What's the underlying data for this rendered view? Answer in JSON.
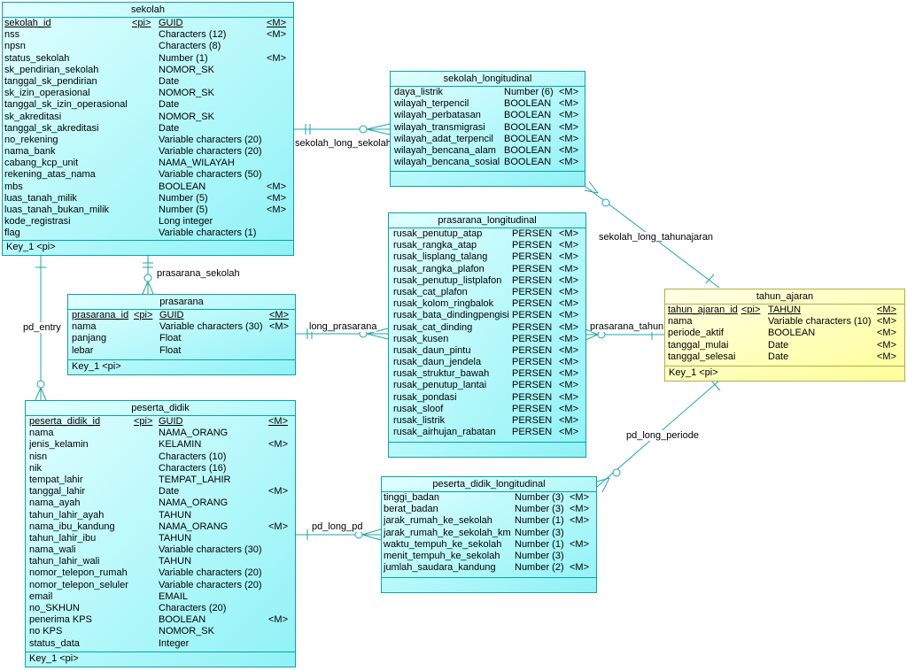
{
  "entities": {
    "sekolah": {
      "title": "sekolah",
      "rows": [
        [
          "sekolah_id",
          "<pi>",
          "GUID",
          "<M>"
        ],
        [
          "nss",
          "",
          "Characters (12)",
          "<M>"
        ],
        [
          "npsn",
          "",
          "Characters (8)",
          ""
        ],
        [
          "status_sekolah",
          "",
          "Number (1)",
          "<M>"
        ],
        [
          "sk_pendirian_sekolah",
          "",
          "NOMOR_SK",
          ""
        ],
        [
          "tanggal_sk_pendirian",
          "",
          "Date",
          ""
        ],
        [
          "sk_izin_operasional",
          "",
          "NOMOR_SK",
          ""
        ],
        [
          "tanggal_sk_izin_operasional",
          "",
          "Date",
          ""
        ],
        [
          "sk_akreditasi",
          "",
          "NOMOR_SK",
          ""
        ],
        [
          "tanggal_sk_akreditasi",
          "",
          "Date",
          ""
        ],
        [
          "no_rekening",
          "",
          "Variable characters (20)",
          ""
        ],
        [
          "nama_bank",
          "",
          "Variable characters (20)",
          ""
        ],
        [
          "cabang_kcp_unit",
          "",
          "NAMA_WILAYAH",
          ""
        ],
        [
          "rekening_atas_nama",
          "",
          "Variable characters (50)",
          ""
        ],
        [
          "mbs",
          "",
          "BOOLEAN",
          "<M>"
        ],
        [
          "luas_tanah_milik",
          "",
          "Number (5)",
          "<M>"
        ],
        [
          "luas_tanah_bukan_milik",
          "",
          "Number (5)",
          "<M>"
        ],
        [
          "kode_registrasi",
          "",
          "Long integer",
          ""
        ],
        [
          "flag",
          "",
          "Variable characters (1)",
          ""
        ]
      ],
      "key": "Key_1   <pi>"
    },
    "sekolah_longitudinal": {
      "title": "sekolah_longitudinal",
      "rows": [
        [
          "daya_listrik",
          "",
          "Number (6)",
          "<M>"
        ],
        [
          "wilayah_terpencil",
          "",
          "BOOLEAN",
          "<M>"
        ],
        [
          "wilayah_perbatasan",
          "",
          "BOOLEAN",
          "<M>"
        ],
        [
          "wilayah_transmigrasi",
          "",
          "BOOLEAN",
          "<M>"
        ],
        [
          "wilayah_adat_terpencil",
          "",
          "BOOLEAN",
          "<M>"
        ],
        [
          "wilayah_bencana_alam",
          "",
          "BOOLEAN",
          "<M>"
        ],
        [
          "wilayah_bencana_sosial",
          "",
          "BOOLEAN",
          "<M>"
        ]
      ],
      "key": ""
    },
    "prasarana_longitudinal": {
      "title": "prasarana_longitudinal",
      "rows": [
        [
          "rusak_penutup_atap",
          "",
          "PERSEN",
          "<M>"
        ],
        [
          "rusak_rangka_atap",
          "",
          "PERSEN",
          "<M>"
        ],
        [
          "rusak_lisplang_talang",
          "",
          "PERSEN",
          "<M>"
        ],
        [
          "rusak_rangka_plafon",
          "",
          "PERSEN",
          "<M>"
        ],
        [
          "rusak_penutup_listplafon",
          "",
          "PERSEN",
          "<M>"
        ],
        [
          "rusak_cat_plafon",
          "",
          "PERSEN",
          "<M>"
        ],
        [
          "rusak_kolom_ringbalok",
          "",
          "PERSEN",
          "<M>"
        ],
        [
          "rusak_bata_dindingpengisi",
          "",
          "PERSEN",
          "<M>"
        ],
        [
          "rusak_cat_dinding",
          "",
          "PERSEN",
          "<M>"
        ],
        [
          "rusak_kusen",
          "",
          "PERSEN",
          "<M>"
        ],
        [
          "rusak_daun_pintu",
          "",
          "PERSEN",
          "<M>"
        ],
        [
          "rusak_daun_jendela",
          "",
          "PERSEN",
          "<M>"
        ],
        [
          "rusak_struktur_bawah",
          "",
          "PERSEN",
          "<M>"
        ],
        [
          "rusak_penutup_lantai",
          "",
          "PERSEN",
          "<M>"
        ],
        [
          "rusak_pondasi",
          "",
          "PERSEN",
          "<M>"
        ],
        [
          "rusak_sloof",
          "",
          "PERSEN",
          "<M>"
        ],
        [
          "rusak_listrik",
          "",
          "PERSEN",
          "<M>"
        ],
        [
          "rusak_airhujan_rabatan",
          "",
          "PERSEN",
          "<M>"
        ]
      ],
      "key": ""
    },
    "tahun_ajaran": {
      "title": "tahun_ajaran",
      "rows": [
        [
          "tahun_ajaran_id",
          "<pi>",
          "TAHUN",
          "<M>"
        ],
        [
          "nama",
          "",
          "Variable characters (10)",
          "<M>"
        ],
        [
          "periode_aktif",
          "",
          "BOOLEAN",
          "<M>"
        ],
        [
          "tanggal_mulai",
          "",
          "Date",
          "<M>"
        ],
        [
          "tanggal_selesai",
          "",
          "Date",
          "<M>"
        ]
      ],
      "key": "Key_1   <pi>"
    },
    "prasarana": {
      "title": "prasarana",
      "rows": [
        [
          "prasarana_id",
          "<pi>",
          "GUID",
          "<M>"
        ],
        [
          "nama",
          "",
          "Variable characters (30)",
          "<M>"
        ],
        [
          "panjang",
          "",
          "Float",
          ""
        ],
        [
          "lebar",
          "",
          "Float",
          ""
        ]
      ],
      "key": "Key_1   <pi>"
    },
    "peserta_didik": {
      "title": "peserta_didik",
      "rows": [
        [
          "peserta_didik_id",
          "<pi>",
          "GUID",
          "<M>"
        ],
        [
          "nama",
          "",
          "NAMA_ORANG",
          ""
        ],
        [
          "jenis_kelamin",
          "",
          "KELAMIN",
          "<M>"
        ],
        [
          "nisn",
          "",
          "Characters (10)",
          ""
        ],
        [
          "nik",
          "",
          "Characters (16)",
          ""
        ],
        [
          "tempat_lahir",
          "",
          "TEMPAT_LAHIR",
          ""
        ],
        [
          "tanggal_lahir",
          "",
          "Date",
          "<M>"
        ],
        [
          "nama_ayah",
          "",
          "NAMA_ORANG",
          ""
        ],
        [
          "tahun_lahir_ayah",
          "",
          "TAHUN",
          ""
        ],
        [
          "nama_ibu_kandung",
          "",
          "NAMA_ORANG",
          "<M>"
        ],
        [
          "tahun_lahir_ibu",
          "",
          "TAHUN",
          ""
        ],
        [
          "nama_wali",
          "",
          "Variable characters (30)",
          ""
        ],
        [
          "tahun_lahir_wali",
          "",
          "TAHUN",
          ""
        ],
        [
          "nomor_telepon_rumah",
          "",
          "Variable characters (20)",
          ""
        ],
        [
          "nomor_telepon_seluler",
          "",
          "Variable characters (20)",
          ""
        ],
        [
          "email",
          "",
          "EMAIL",
          ""
        ],
        [
          "no_SKHUN",
          "",
          "Characters (20)",
          ""
        ],
        [
          "penerima KPS",
          "",
          "BOOLEAN",
          "<M>"
        ],
        [
          "no KPS",
          "",
          "NOMOR_SK",
          ""
        ],
        [
          "status_data",
          "",
          "Integer",
          ""
        ]
      ],
      "key": "Key_1   <pi>"
    },
    "peserta_didik_longitudinal": {
      "title": "peserta_didik_longitudinal",
      "rows": [
        [
          "tinggi_badan",
          "",
          "Number (3)",
          "<M>"
        ],
        [
          "berat_badan",
          "",
          "Number (3)",
          "<M>"
        ],
        [
          "jarak_rumah_ke_sekolah",
          "",
          "Number (1)",
          "<M>"
        ],
        [
          "jarak_rumah_ke_sekolah_km",
          "",
          "Number (3)",
          ""
        ],
        [
          "waktu_tempuh_ke_sekolah",
          "",
          "Number (1)",
          "<M>"
        ],
        [
          "menit_tempuh_ke_sekolah",
          "",
          "Number (3)",
          ""
        ],
        [
          "jumlah_saudara_kandung",
          "",
          "Number (2)",
          "<M>"
        ]
      ],
      "key": ""
    }
  },
  "relationships": {
    "sekolah_long_sekolah": "sekolah_long_sekolah",
    "prasarana_sekolah": "prasarana_sekolah",
    "pd_entry": "pd_entry",
    "long_prasarana": "long_prasarana",
    "prasarana_tahun": "prasarana_tahun",
    "sekolah_long_tahunajaran": "sekolah_long_tahunajaran",
    "pd_long_periode": "pd_long_periode",
    "pd_long_pd": "pd_long_pd"
  },
  "colors": {
    "entity_fill": "#8ff2f6",
    "entity_border": "#0aa2a8",
    "highlight_fill": "#ffff99",
    "line": "#19a6ad"
  }
}
